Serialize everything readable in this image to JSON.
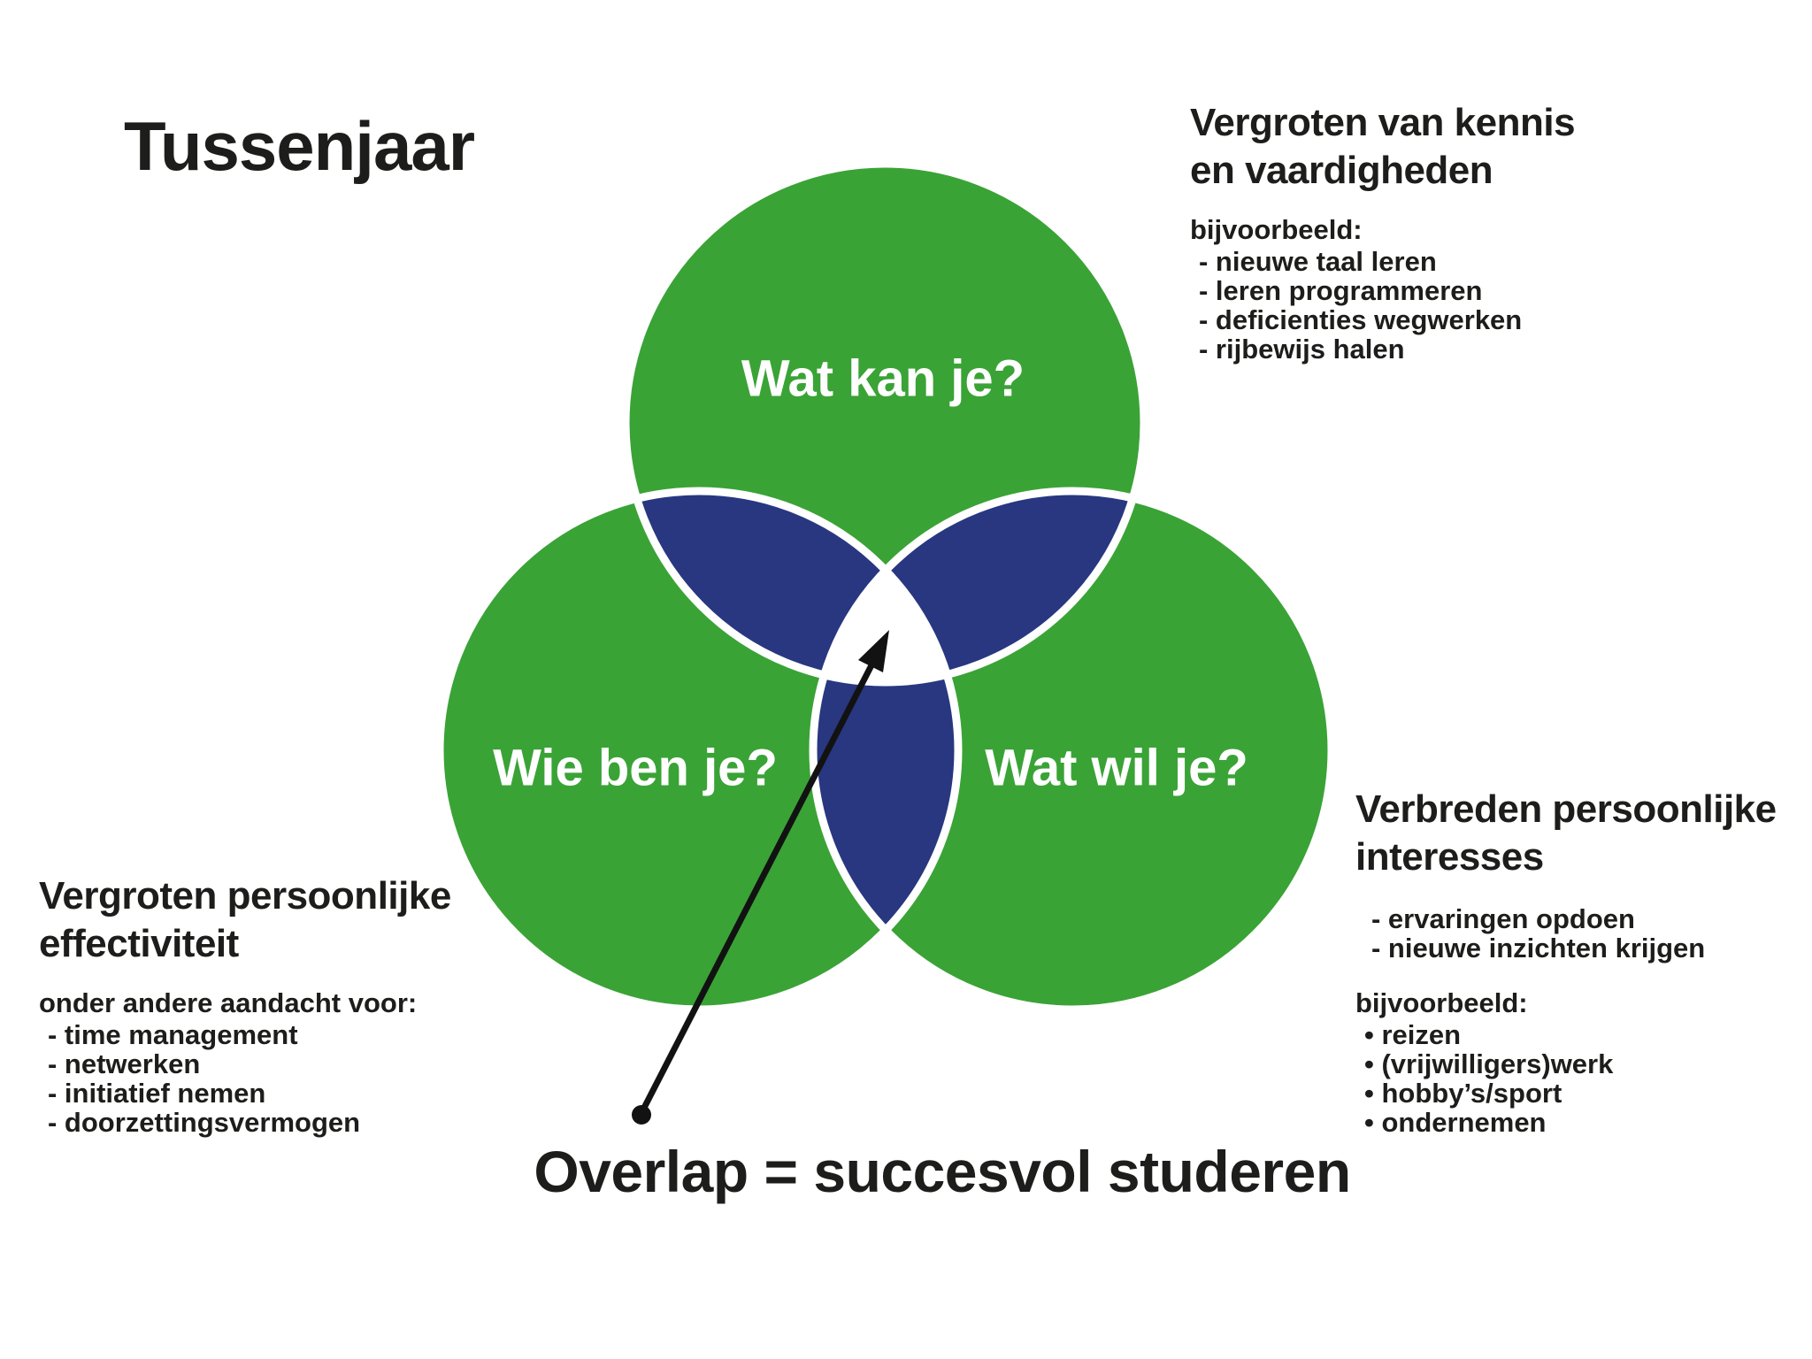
{
  "title": "Tussenjaar",
  "colors": {
    "circle_green": "#3aa336",
    "overlap_blue": "#283780",
    "center_white": "#ffffff",
    "outline_white": "#ffffff",
    "text_black": "#1d1d1b",
    "label_white": "#ffffff",
    "arrow_black": "#121212"
  },
  "venn": {
    "top_label": "Wat kan je?",
    "left_label": "Wie ben je?",
    "right_label": "Wat wil je?"
  },
  "blocks": {
    "knowledge": {
      "heading": "Vergroten van kennis\nen vaardigheden",
      "intro": "bijvoorbeeld:",
      "items": [
        "- nieuwe taal leren",
        "- leren programmeren",
        "- deficienties wegwerken",
        "- rijbewijs halen"
      ]
    },
    "effectiveness": {
      "heading": "Vergroten persoonlijke\neffectiviteit",
      "intro": "onder andere aandacht voor:",
      "items": [
        "- time management",
        "- netwerken",
        "- initiatief nemen",
        "- doorzettingsvermogen"
      ]
    },
    "interests": {
      "heading": "Verbreden persoonlijke\ninteresses",
      "dash_items": [
        "- ervaringen opdoen",
        "- nieuwe inzichten krijgen"
      ],
      "intro": "bijvoorbeeld:",
      "bullet_items": [
        "• reizen",
        "• (vrijwilligers)werk",
        "• hobby’s/sport",
        "• ondernemen"
      ]
    }
  },
  "caption": "Overlap = succesvol studeren"
}
